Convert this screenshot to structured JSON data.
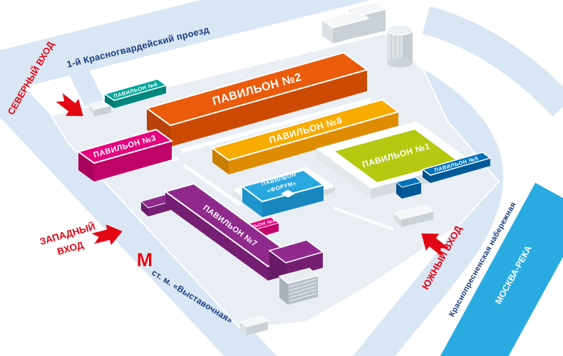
{
  "entrances": {
    "north": "СЕВЕРНЫЙ ВХОД",
    "west_line1": "ЗАПАДНЫЙ",
    "west_line2": "ВХОД",
    "south": "ЮЖНЫЙ ВХОД"
  },
  "streets": {
    "top_road": "1-й Красногвардейский проезд",
    "embankment": "Краснопресненская набережная",
    "river": "МОСКВА-РЕКА",
    "metro_station": "ст. м. «Выставочная»",
    "metro_symbol": "М"
  },
  "pavilions": {
    "p1": "ПАВИЛЬОН №1",
    "p2": "ПАВИЛЬОН №2",
    "p3": "ПАВИЛЬОН №3",
    "p4": "ПАВИЛЬОН №4",
    "p5": "ПАВИЛЬОН №5",
    "p6": "ПАВИЛЬОН №6",
    "p7": "ПАВИЛЬОН №7",
    "p8": "ПАВИЛЬОН №8",
    "forum_line1": "ПАВИЛЬОН",
    "forum_line2": "«ФОРУМ»"
  },
  "colors": {
    "p1": "#b4c90f",
    "p2": "#ea5b0c",
    "p3": "#e5047e",
    "p4": "#e5047e",
    "p5": "#0071bc",
    "p6": "#00a79b",
    "p7": "#8f2a8c",
    "p8": "#f8ab00",
    "forum": "#29a8e0",
    "road": "#d9e6f4",
    "ground": "#e9eef5",
    "river": "#29abe2",
    "entrance": "#e30613",
    "street_text": "#1b3d7c"
  }
}
